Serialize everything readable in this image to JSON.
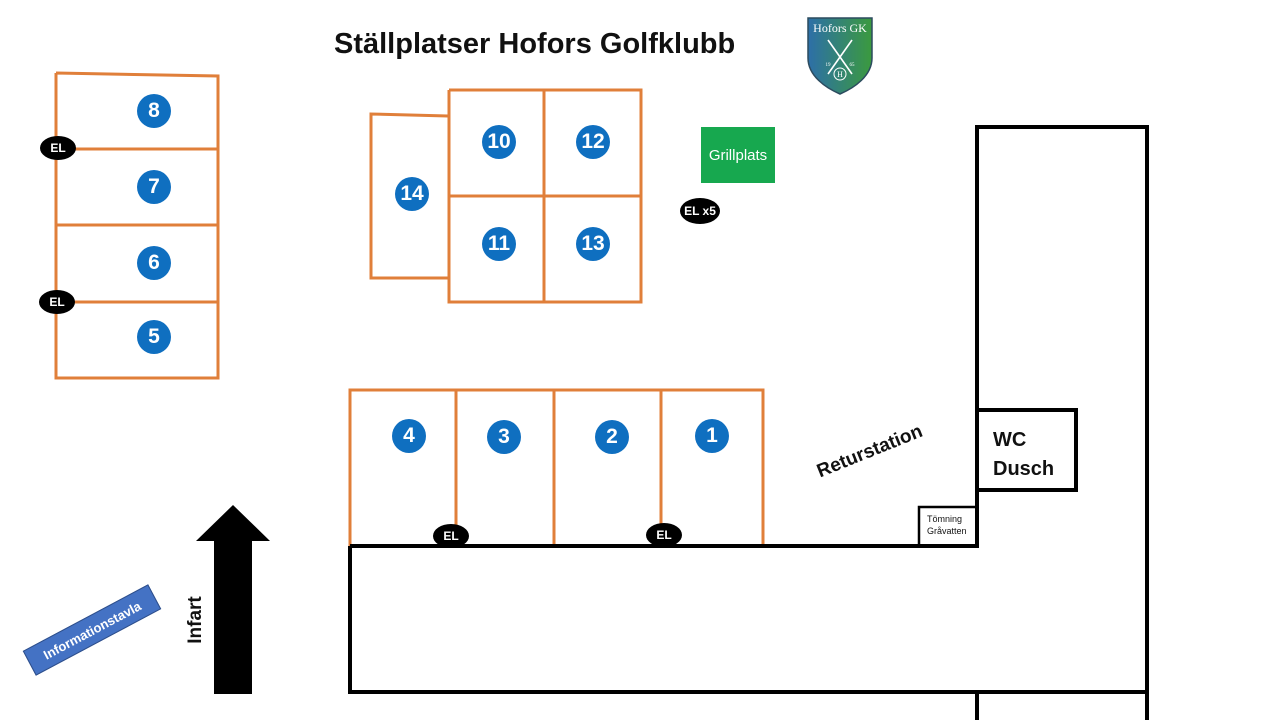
{
  "title": "Ställplatser Hofors Golfklubb",
  "logo": {
    "text": "Hofors GK",
    "year_left": "19",
    "year_right": "65",
    "center_letter": "H",
    "color_left": "#2d6fa8",
    "color_right": "#3b9a3e"
  },
  "colors": {
    "spot_line": "#e07f3a",
    "number_badge": "#0f6fc0",
    "el_badge": "#000000",
    "grill": "#17a84f",
    "info_sign": "#4472c4",
    "building": "#000000"
  },
  "spots": [
    "1",
    "2",
    "3",
    "4",
    "5",
    "6",
    "7",
    "8",
    "10",
    "11",
    "12",
    "13",
    "14"
  ],
  "el_label": "EL",
  "el_x5_label": "EL x5",
  "grillplats": "Grillplats",
  "wc": "WC",
  "dusch": "Dusch",
  "tomning": "Tömning",
  "gravatten": "Gråvatten",
  "returstation": "Returstation",
  "informationstavla": "Informationstavla",
  "infart": "Infart"
}
